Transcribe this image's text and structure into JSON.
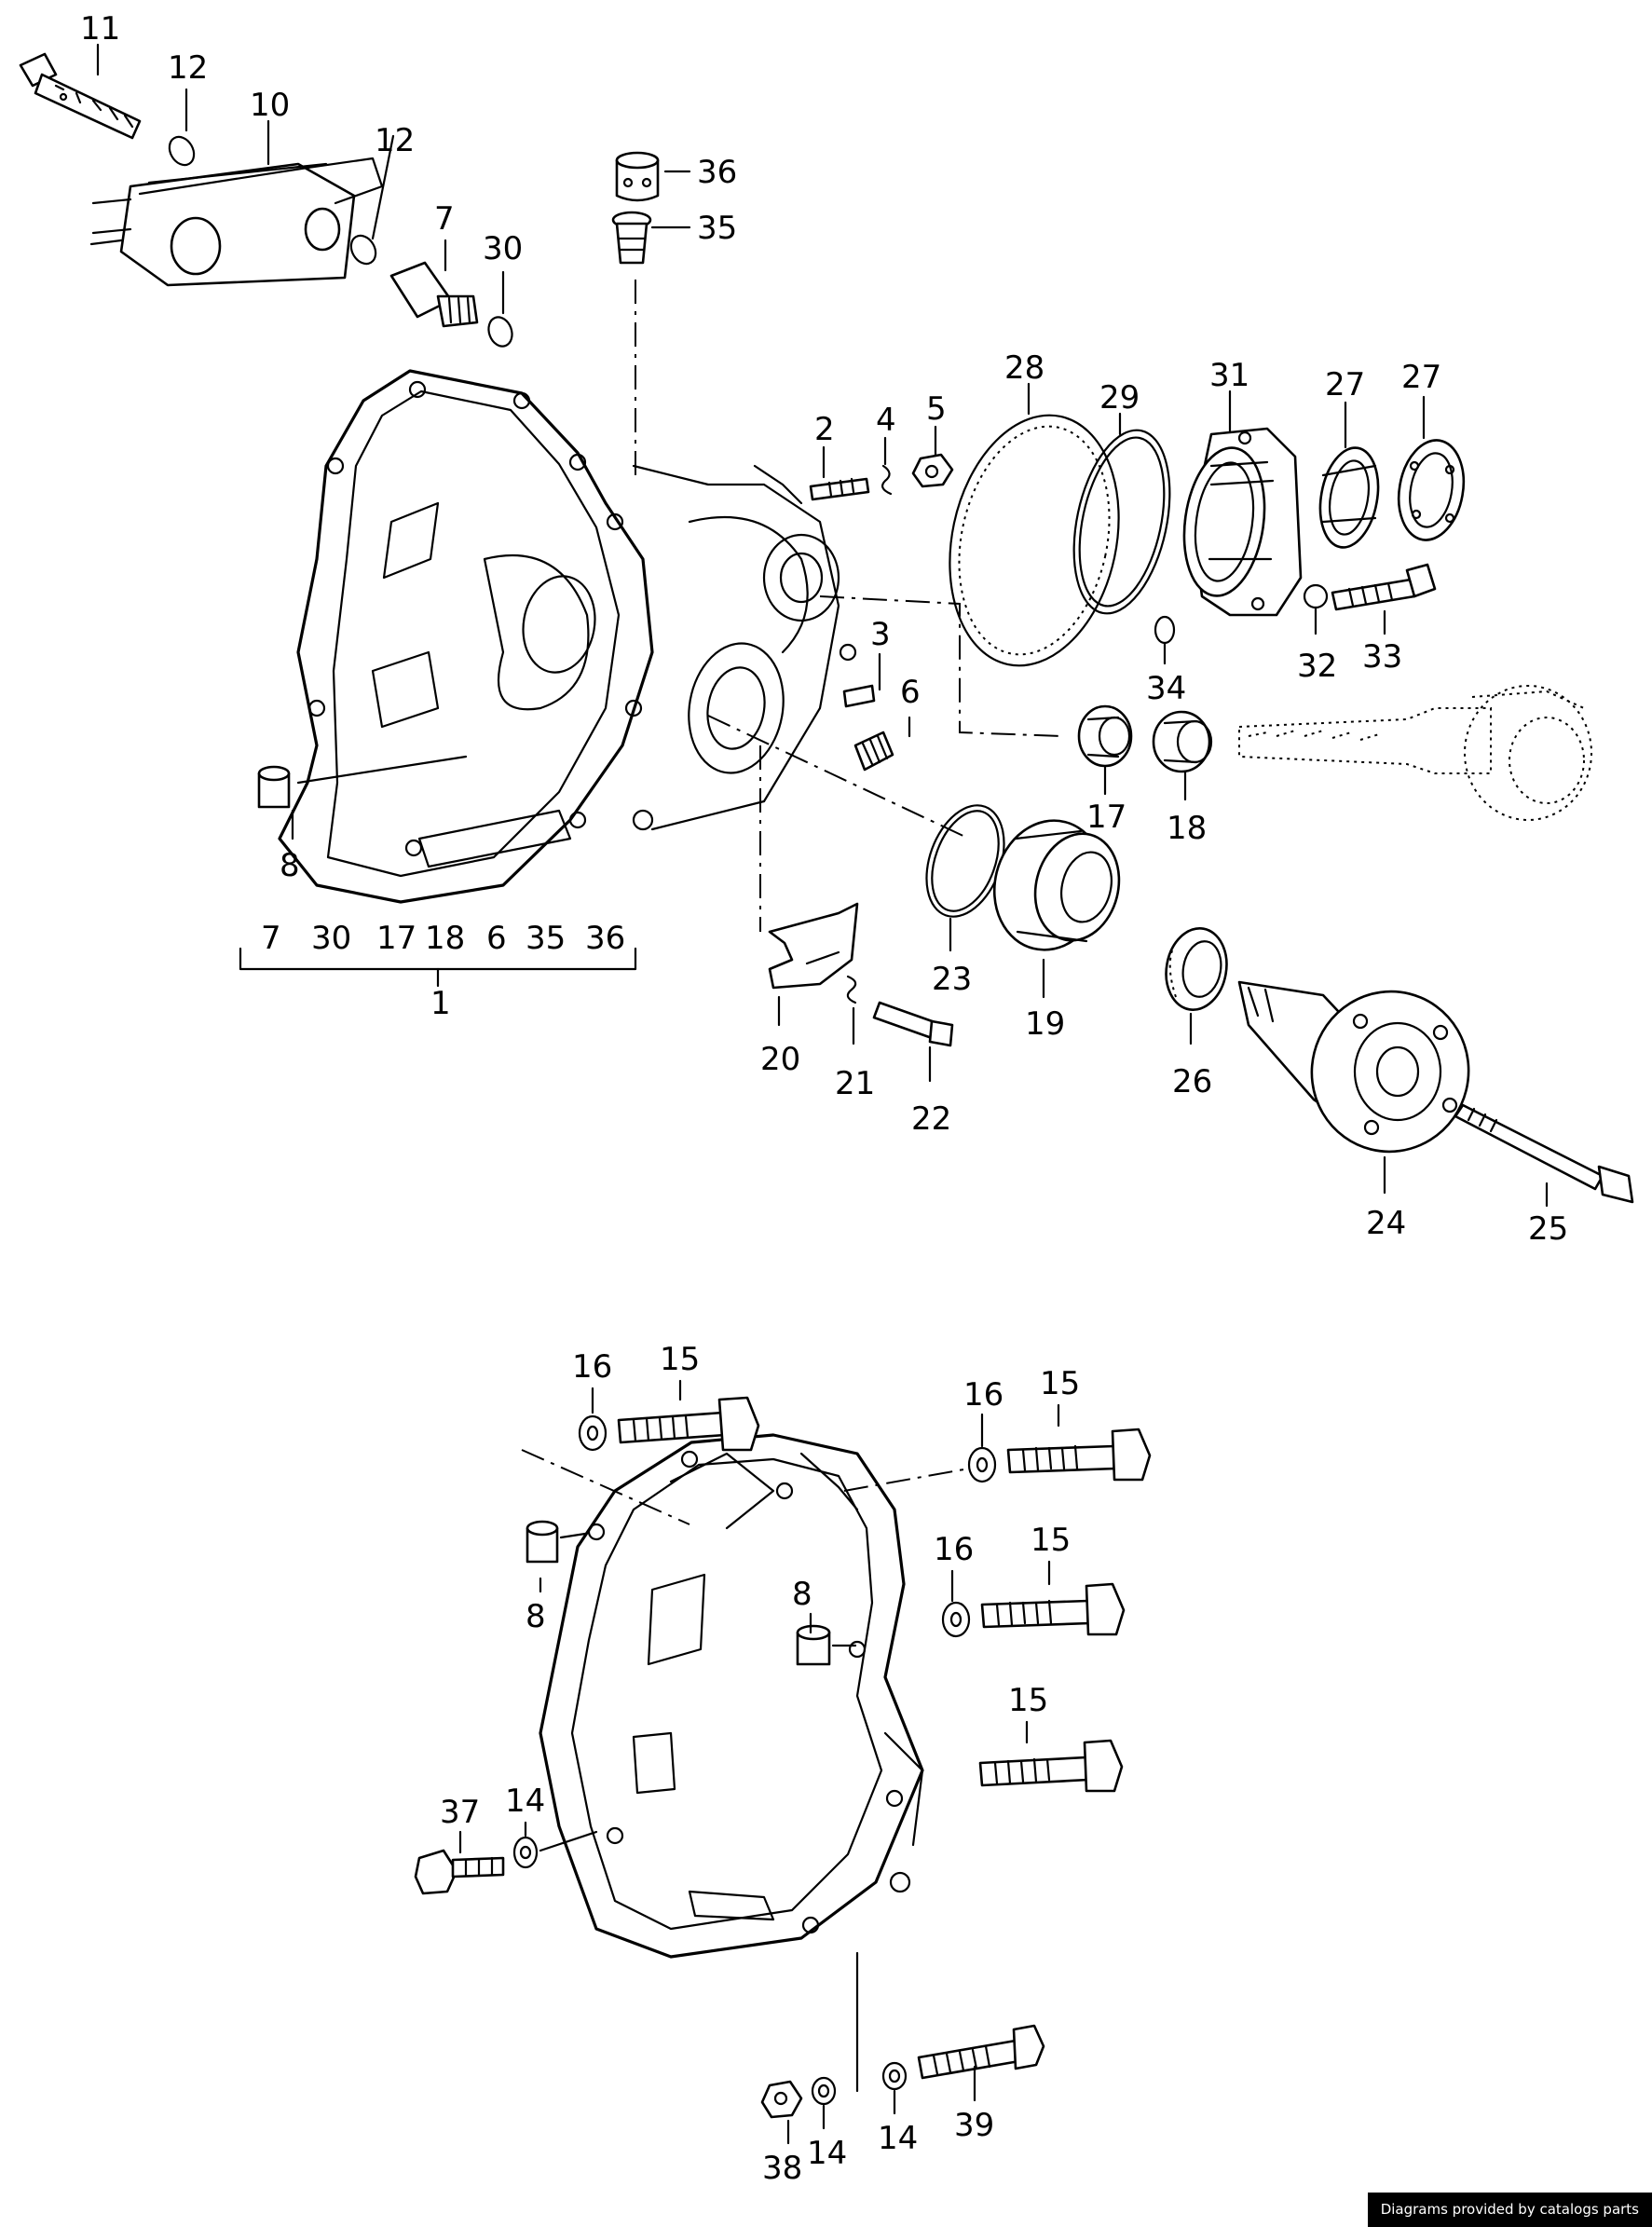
{
  "callouts": [
    "1",
    "2",
    "3",
    "4",
    "5",
    "6",
    "7",
    "8",
    "10",
    "11",
    "12",
    "14",
    "15",
    "16",
    "17",
    "18",
    "19",
    "20",
    "21",
    "22",
    "23",
    "24",
    "25",
    "26",
    "27",
    "28",
    "29",
    "30",
    "31",
    "32",
    "33",
    "34",
    "35",
    "36",
    "37",
    "38",
    "39"
  ],
  "group_1_members": [
    "7",
    "30",
    "17",
    "18",
    "6",
    "35",
    "36"
  ],
  "credit": "Diagrams provided by catalogs parts"
}
